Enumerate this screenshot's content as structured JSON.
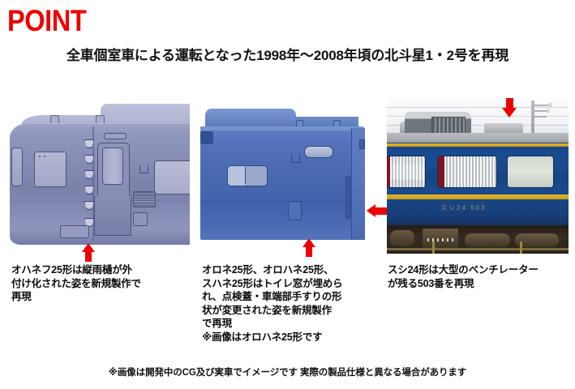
{
  "heading": {
    "point_label": "POINT",
    "point_color": "#ee0000",
    "subtitle": "全車個室車による運転となった1998年～2008年頃の北斗星1・2号を再現"
  },
  "panels": [
    {
      "id": "panel-ohanefu25",
      "image_kind": "cg-render",
      "subject": "オハネフ25形",
      "body_color": "#8388b2",
      "caption_lines": [
        "オハネフ25形は縦雨樋が外",
        "付け化された姿を新規製作で",
        "再現"
      ],
      "arrow": {
        "name": "up-arrow",
        "direction": "up",
        "color": "#ee0000"
      }
    },
    {
      "id": "panel-orohane25",
      "image_kind": "cg-render",
      "subject": "オロハネ25形",
      "body_color": "#4767ae",
      "caption_lines": [
        "オロネ25形、オロハネ25形、",
        "スハネ25形はトイレ窓が埋めら",
        "れ、点検蓋・車端部手すりの形",
        "状が変更された姿を新規製作",
        "で再現",
        "※画像はオロハネ25形です"
      ],
      "arrow": {
        "name": "up-arrow",
        "direction": "up",
        "color": "#ee0000"
      }
    },
    {
      "id": "panel-sushi24",
      "image_kind": "photo",
      "subject": "スシ24形 503番",
      "body_color": "#1a4a8c",
      "stripe_color": "#d4a820",
      "car_number_marking": "スシ24 503",
      "caption_lines": [
        "スシ24形は大型のベンチレーター",
        "が残る503番を再現"
      ],
      "arrow": {
        "name": "down-arrow",
        "direction": "down",
        "color": "#ee0000"
      }
    }
  ],
  "connector_arrow": {
    "name": "left-arrow",
    "direction": "left",
    "color": "#ee0000"
  },
  "footnote": "※画像は開発中のCG及び実車でイメージです  実際の製品仕様と異なる場合があります"
}
